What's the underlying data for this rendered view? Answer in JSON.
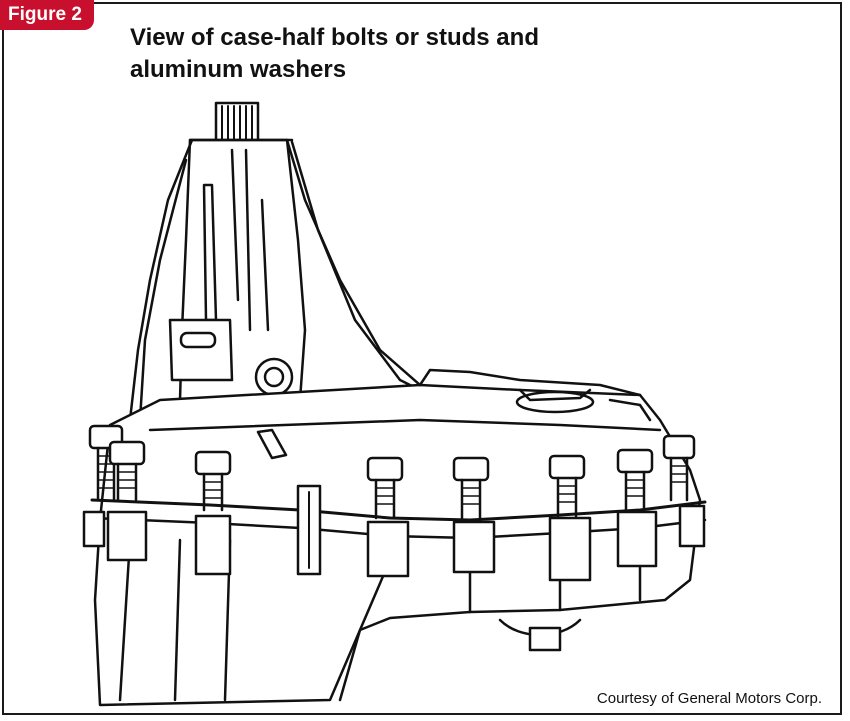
{
  "figure": {
    "label": "Figure 2",
    "title_line1": "View of case-half bolts or studs and",
    "title_line2": "aluminum washers",
    "credit": "Courtesy of General Motors Corp.",
    "accent_color": "#c8102e",
    "line_color": "#111111"
  }
}
